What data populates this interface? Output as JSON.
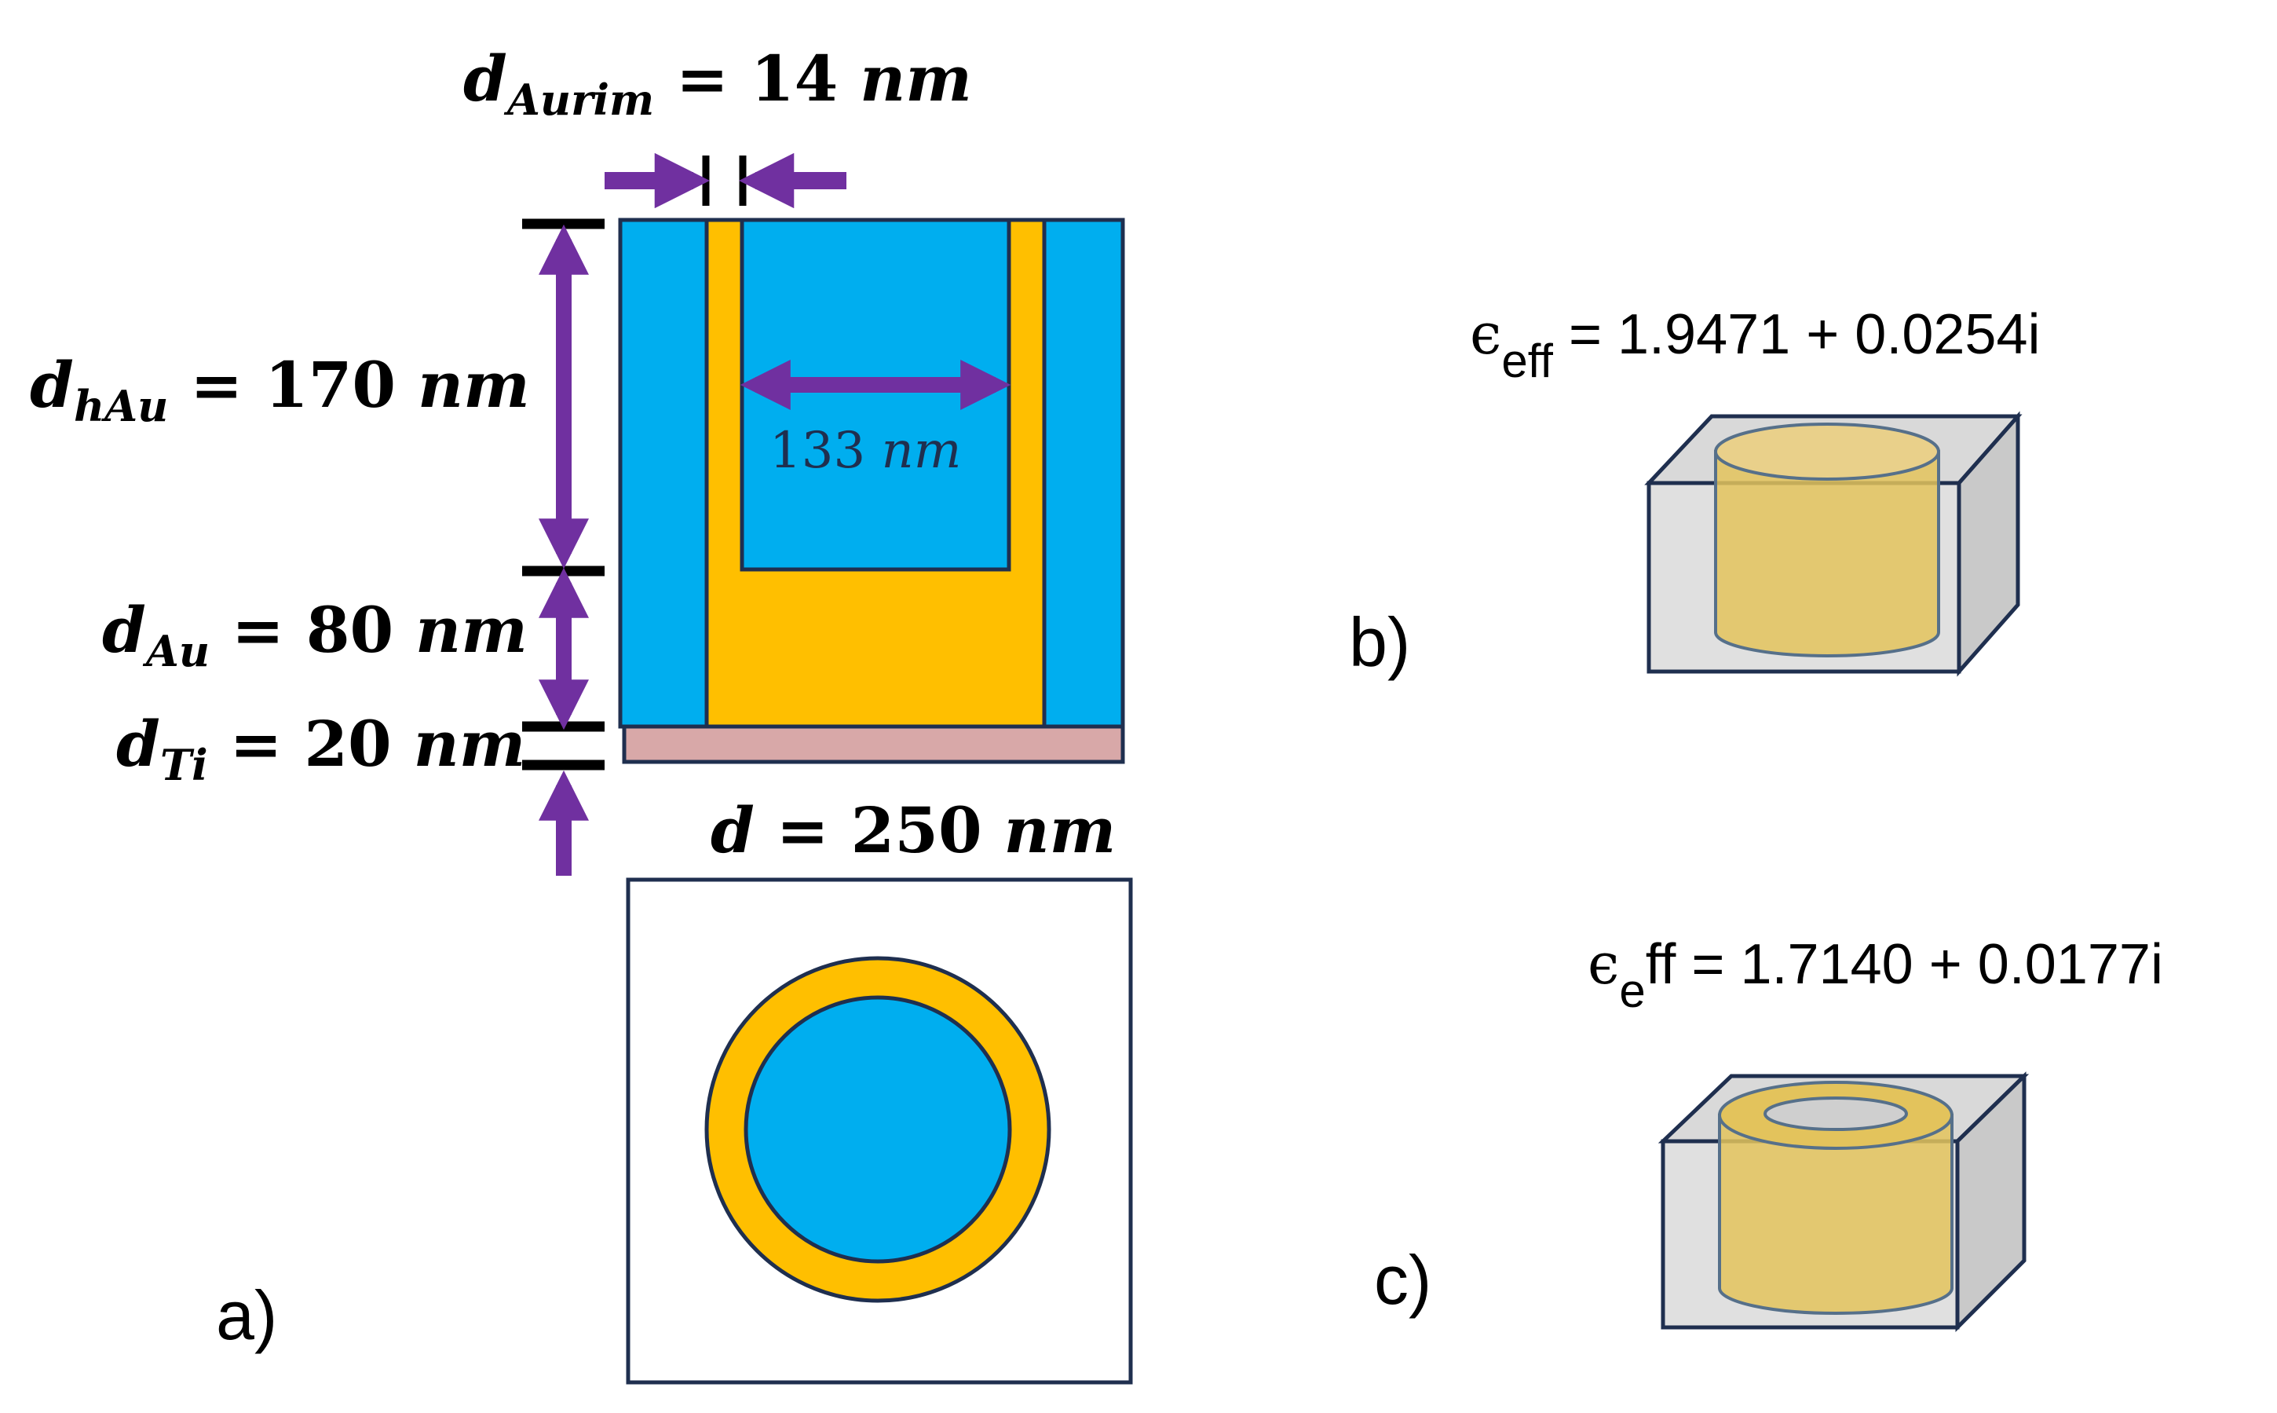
{
  "panel_a": {
    "label": "a)",
    "rim_dim": {
      "symbol": "d",
      "sub": "Aurim",
      "value": " = 14 ",
      "unit": "nm"
    },
    "hole_dim": {
      "symbol": "d",
      "sub": "hAu",
      "value": " = 170 ",
      "unit": "nm"
    },
    "au_dim": {
      "symbol": "d",
      "sub": "Au",
      "value": " = 80 ",
      "unit": "nm"
    },
    "ti_dim": {
      "symbol": "d",
      "sub": "Ti",
      "value": " = 20 ",
      "unit": "nm"
    },
    "inner_width": {
      "value": "133 ",
      "unit": "nm"
    },
    "period_dim": {
      "symbol": "d",
      "value": " = 250 ",
      "unit": "nm"
    }
  },
  "panel_b": {
    "label": "b)",
    "eps": {
      "symbol": "ϵ",
      "sub": "eff",
      "value": " = 1.9471 + 0.0254i"
    }
  },
  "panel_c": {
    "label": "c)",
    "eps": {
      "symbol": "ϵ",
      "sub": "e",
      "value": "ff = 1.7140 + 0.0177i"
    }
  },
  "colors": {
    "dielectric": "#00AEEF",
    "gold": "#FFBF00",
    "titanium": "#D8A8A8",
    "arrow": "#7030A0",
    "outline": "#1F2F4F",
    "gold_3d": "#E3C35C",
    "box_3d": "#D9D9D9"
  }
}
